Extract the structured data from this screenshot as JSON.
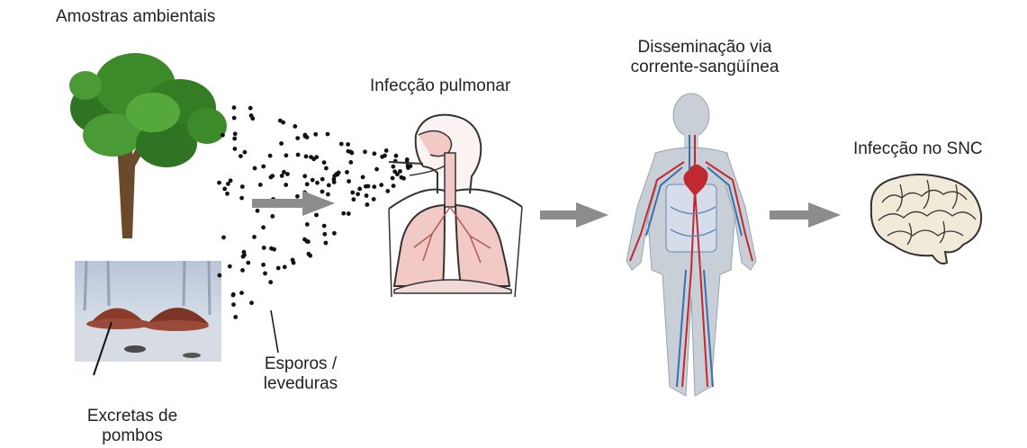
{
  "labels": {
    "environmental_samples": "Amostras ambientais",
    "pulmonary_infection": "Infecção pulmonar",
    "dissemination_line1": "Disseminação via",
    "dissemination_line2": "corrente-sangüínea",
    "cns_infection": "Infecção no SNC",
    "spores_line1": "Esporos /",
    "spores_line2": "leveduras",
    "pigeon_line1": "Excretas de",
    "pigeon_line2": "pombos"
  },
  "icons": {
    "tree": "tree-icon",
    "pigeon_droppings": "pigeon-droppings-photo",
    "lungs": "respiratory-system-icon",
    "body": "circulatory-system-icon",
    "brain": "brain-icon"
  },
  "colors": {
    "arrow": "#8c8c8c",
    "dots": "#111111",
    "lung_fill": "#f3c9c5",
    "lung_stroke": "#333333",
    "body_fill": "#c9cfd6",
    "artery": "#c0292f",
    "vein": "#3a6fb0",
    "tree_foliage": "#3d8a2b",
    "tree_trunk": "#6b4a2b",
    "brain_fill": "#f2ead8"
  }
}
